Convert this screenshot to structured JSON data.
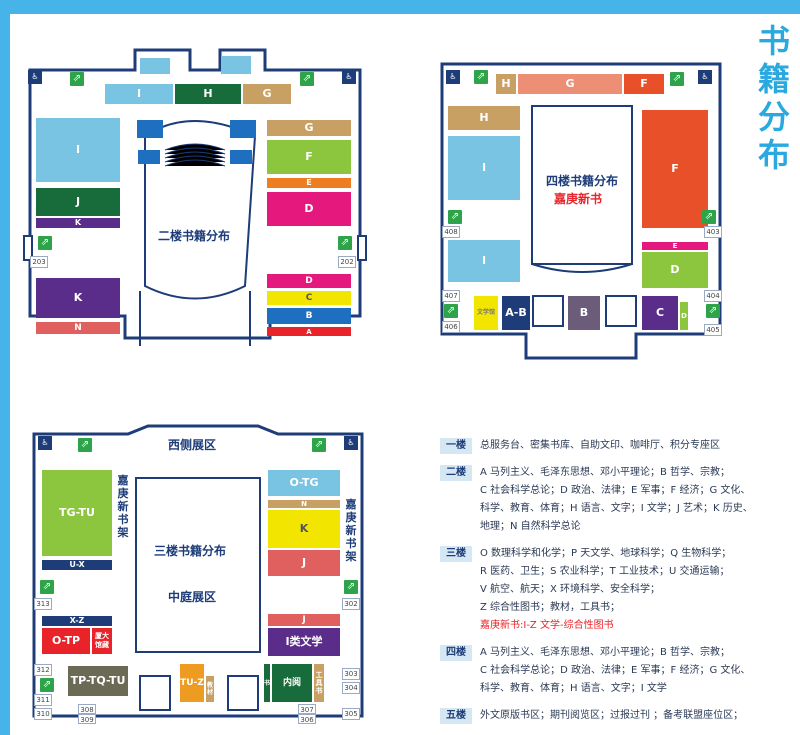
{
  "page_title": "书籍分布",
  "floor2": {
    "title": "二楼书籍分布",
    "blocks": {
      "I_top": "I",
      "H_top": "H",
      "G_top": "G",
      "I": "I",
      "J": "J",
      "K_small": "K",
      "K": "K",
      "N": "N",
      "G": "G",
      "F": "F",
      "E": "E",
      "D": "D",
      "D2": "D",
      "C": "C",
      "B": "B",
      "A": "A"
    },
    "rooms": {
      "r203": "203",
      "r202": "202",
      "toilet_l": "toilet",
      "toilet_r": "toilet"
    }
  },
  "floor4": {
    "title": "四楼书籍分布",
    "subtitle": "嘉庚新书",
    "blocks": {
      "H_top": "H",
      "G_top": "G",
      "F_top": "F",
      "H": "H",
      "I": "I",
      "I2": "I",
      "F": "F",
      "E": "E",
      "D": "D",
      "yellow": "文学馆",
      "AB": "A-B",
      "B": "B",
      "C": "C",
      "D_small": "D"
    },
    "rooms": {
      "r408": "408",
      "r403": "403",
      "r407": "407",
      "r404": "404",
      "r406": "406",
      "r405": "405"
    }
  },
  "floor3": {
    "title": "三楼书籍分布",
    "west": "西侧展区",
    "courtyard": "中庭展区",
    "shelf_left": "嘉庚新书架",
    "shelf_right": "嘉庚新书架",
    "blocks": {
      "TGTU": "TG-TU",
      "UX": "U-X",
      "XZ": "X-Z",
      "OTP": "O-TP",
      "repo": "厦大馆藏",
      "TPTQTU": "TP-TQ-TU",
      "TUZ": "TU-Z",
      "small_orange": "教材",
      "OTG": "O-TG",
      "N": "N",
      "K": "K",
      "J": "J",
      "J2": "J",
      "Ilit": "I类文学",
      "neiyue": "内阅",
      "brown_small": "工具书",
      "green_small": "书"
    },
    "rooms": {
      "r313": "313",
      "r302": "302",
      "r312": "312",
      "r311": "311",
      "r310": "310",
      "r308": "308",
      "r309": "309",
      "r307": "307",
      "r306": "306",
      "r303": "303",
      "r304": "304",
      "r305": "305"
    }
  },
  "legend": [
    {
      "floor": "一楼",
      "lines": [
        "总服务台、密集书库、自助文印、咖啡厅、积分专座区"
      ]
    },
    {
      "floor": "二楼",
      "lines": [
        "A 马列主义、毛泽东思想、邓小平理论；B 哲学、宗教；",
        "C 社会科学总论；D 政治、法律；E 军事；F 经济；G 文化、",
        "科学、教育、体育；H 语言、文字；I 文学；J 艺术；K 历史、",
        "地理；N 自然科学总论"
      ]
    },
    {
      "floor": "三楼",
      "lines": [
        "O 数理科学和化学；P 天文学、地球科学；Q 生物科学；",
        "R 医药、卫生；S 农业科学；T 工业技术；U 交通运输；",
        "V 航空、航天；X 环境科学、安全科学；",
        "Z 综合性图书；教材，工具书；"
      ],
      "red": "嘉庚新书:I-Z 文学-综合性图书"
    },
    {
      "floor": "四楼",
      "lines": [
        "A 马列主义、毛泽东思想、邓小平理论；B 哲学、宗教；",
        "C 社会科学总论；D 政治、法律；E 军事；F 经济；G 文化、",
        "科学、教育、体育；H 语言、文字；I 文学"
      ]
    },
    {
      "floor": "五楼",
      "lines": [
        "外文原版书区；期刊阅览区；过报过刊 ；备考联盟座位区；"
      ]
    }
  ],
  "colors": {
    "accent": "#46b4e8",
    "wall": "#1d3c78",
    "sky": "#79c3e3",
    "green_dark": "#186b3a",
    "purple": "#5b2d8a",
    "salmon": "#e06060",
    "tan": "#c8a064",
    "lime": "#8cc63f",
    "orange": "#ee7d22",
    "magenta": "#e5197d",
    "yellow": "#f2e600",
    "blue": "#1f6fc1",
    "red": "#e8242a",
    "olive": "#6b6a54"
  }
}
